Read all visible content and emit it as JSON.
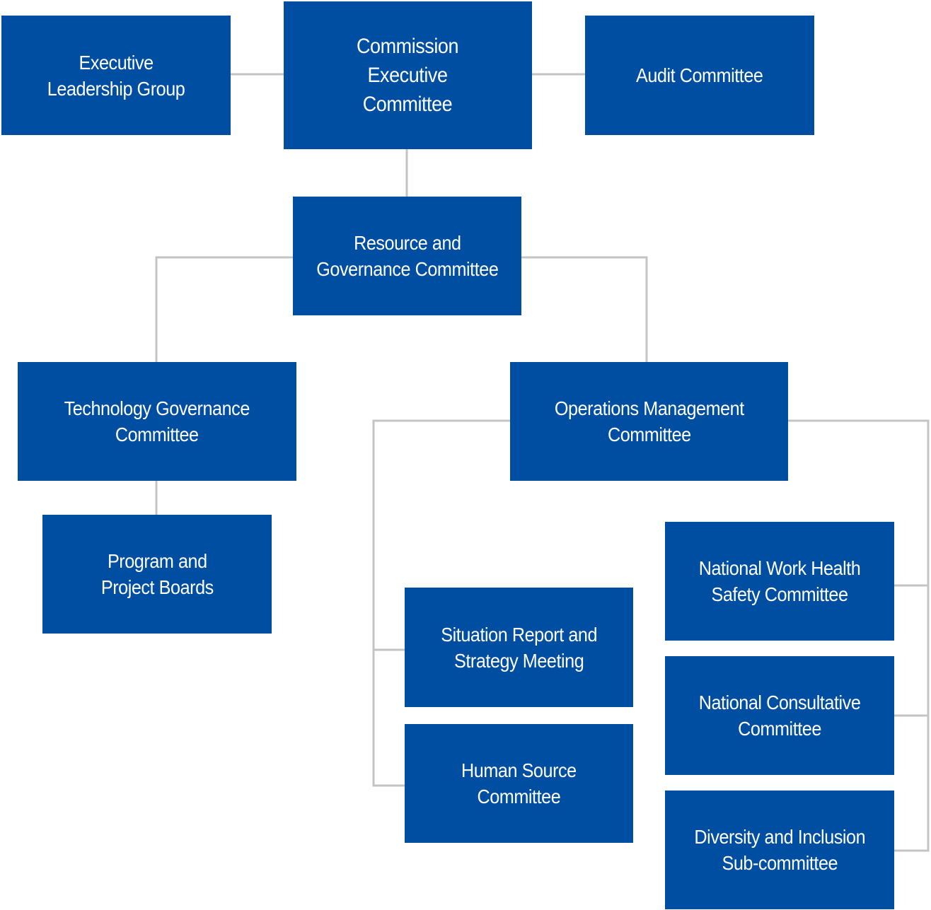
{
  "org_chart": {
    "colors": {
      "box_fill": "#004ea2",
      "box_text": "#ffffff",
      "connector": "#c4c4c4"
    },
    "nodes": {
      "executive_leadership_group": "Executive\nLeadership Group",
      "commission_executive_committee": "Commission\nExecutive\nCommittee",
      "audit_committee": "Audit Committee",
      "resource_governance_committee": "Resource and\nGovernance Committee",
      "technology_governance_committee": "Technology Governance\nCommittee",
      "operations_management_committee": "Operations Management\nCommittee",
      "program_project_boards": "Program and\nProject Boards",
      "situation_report_strategy_meeting": "Situation Report and\nStrategy Meeting",
      "human_source_committee": "Human Source\nCommittee",
      "national_whs_committee": "National Work Health\nSafety Committee",
      "national_consultative_committee": "National Consultative\nCommittee",
      "diversity_inclusion_subcommittee": "Diversity and Inclusion\nSub-committee"
    },
    "relationships": [
      [
        "commission_executive_committee",
        "executive_leadership_group"
      ],
      [
        "commission_executive_committee",
        "audit_committee"
      ],
      [
        "commission_executive_committee",
        "resource_governance_committee"
      ],
      [
        "resource_governance_committee",
        "technology_governance_committee"
      ],
      [
        "resource_governance_committee",
        "operations_management_committee"
      ],
      [
        "technology_governance_committee",
        "program_project_boards"
      ],
      [
        "operations_management_committee",
        "situation_report_strategy_meeting"
      ],
      [
        "operations_management_committee",
        "human_source_committee"
      ],
      [
        "operations_management_committee",
        "national_whs_committee"
      ],
      [
        "operations_management_committee",
        "national_consultative_committee"
      ],
      [
        "operations_management_committee",
        "diversity_inclusion_subcommittee"
      ]
    ]
  }
}
